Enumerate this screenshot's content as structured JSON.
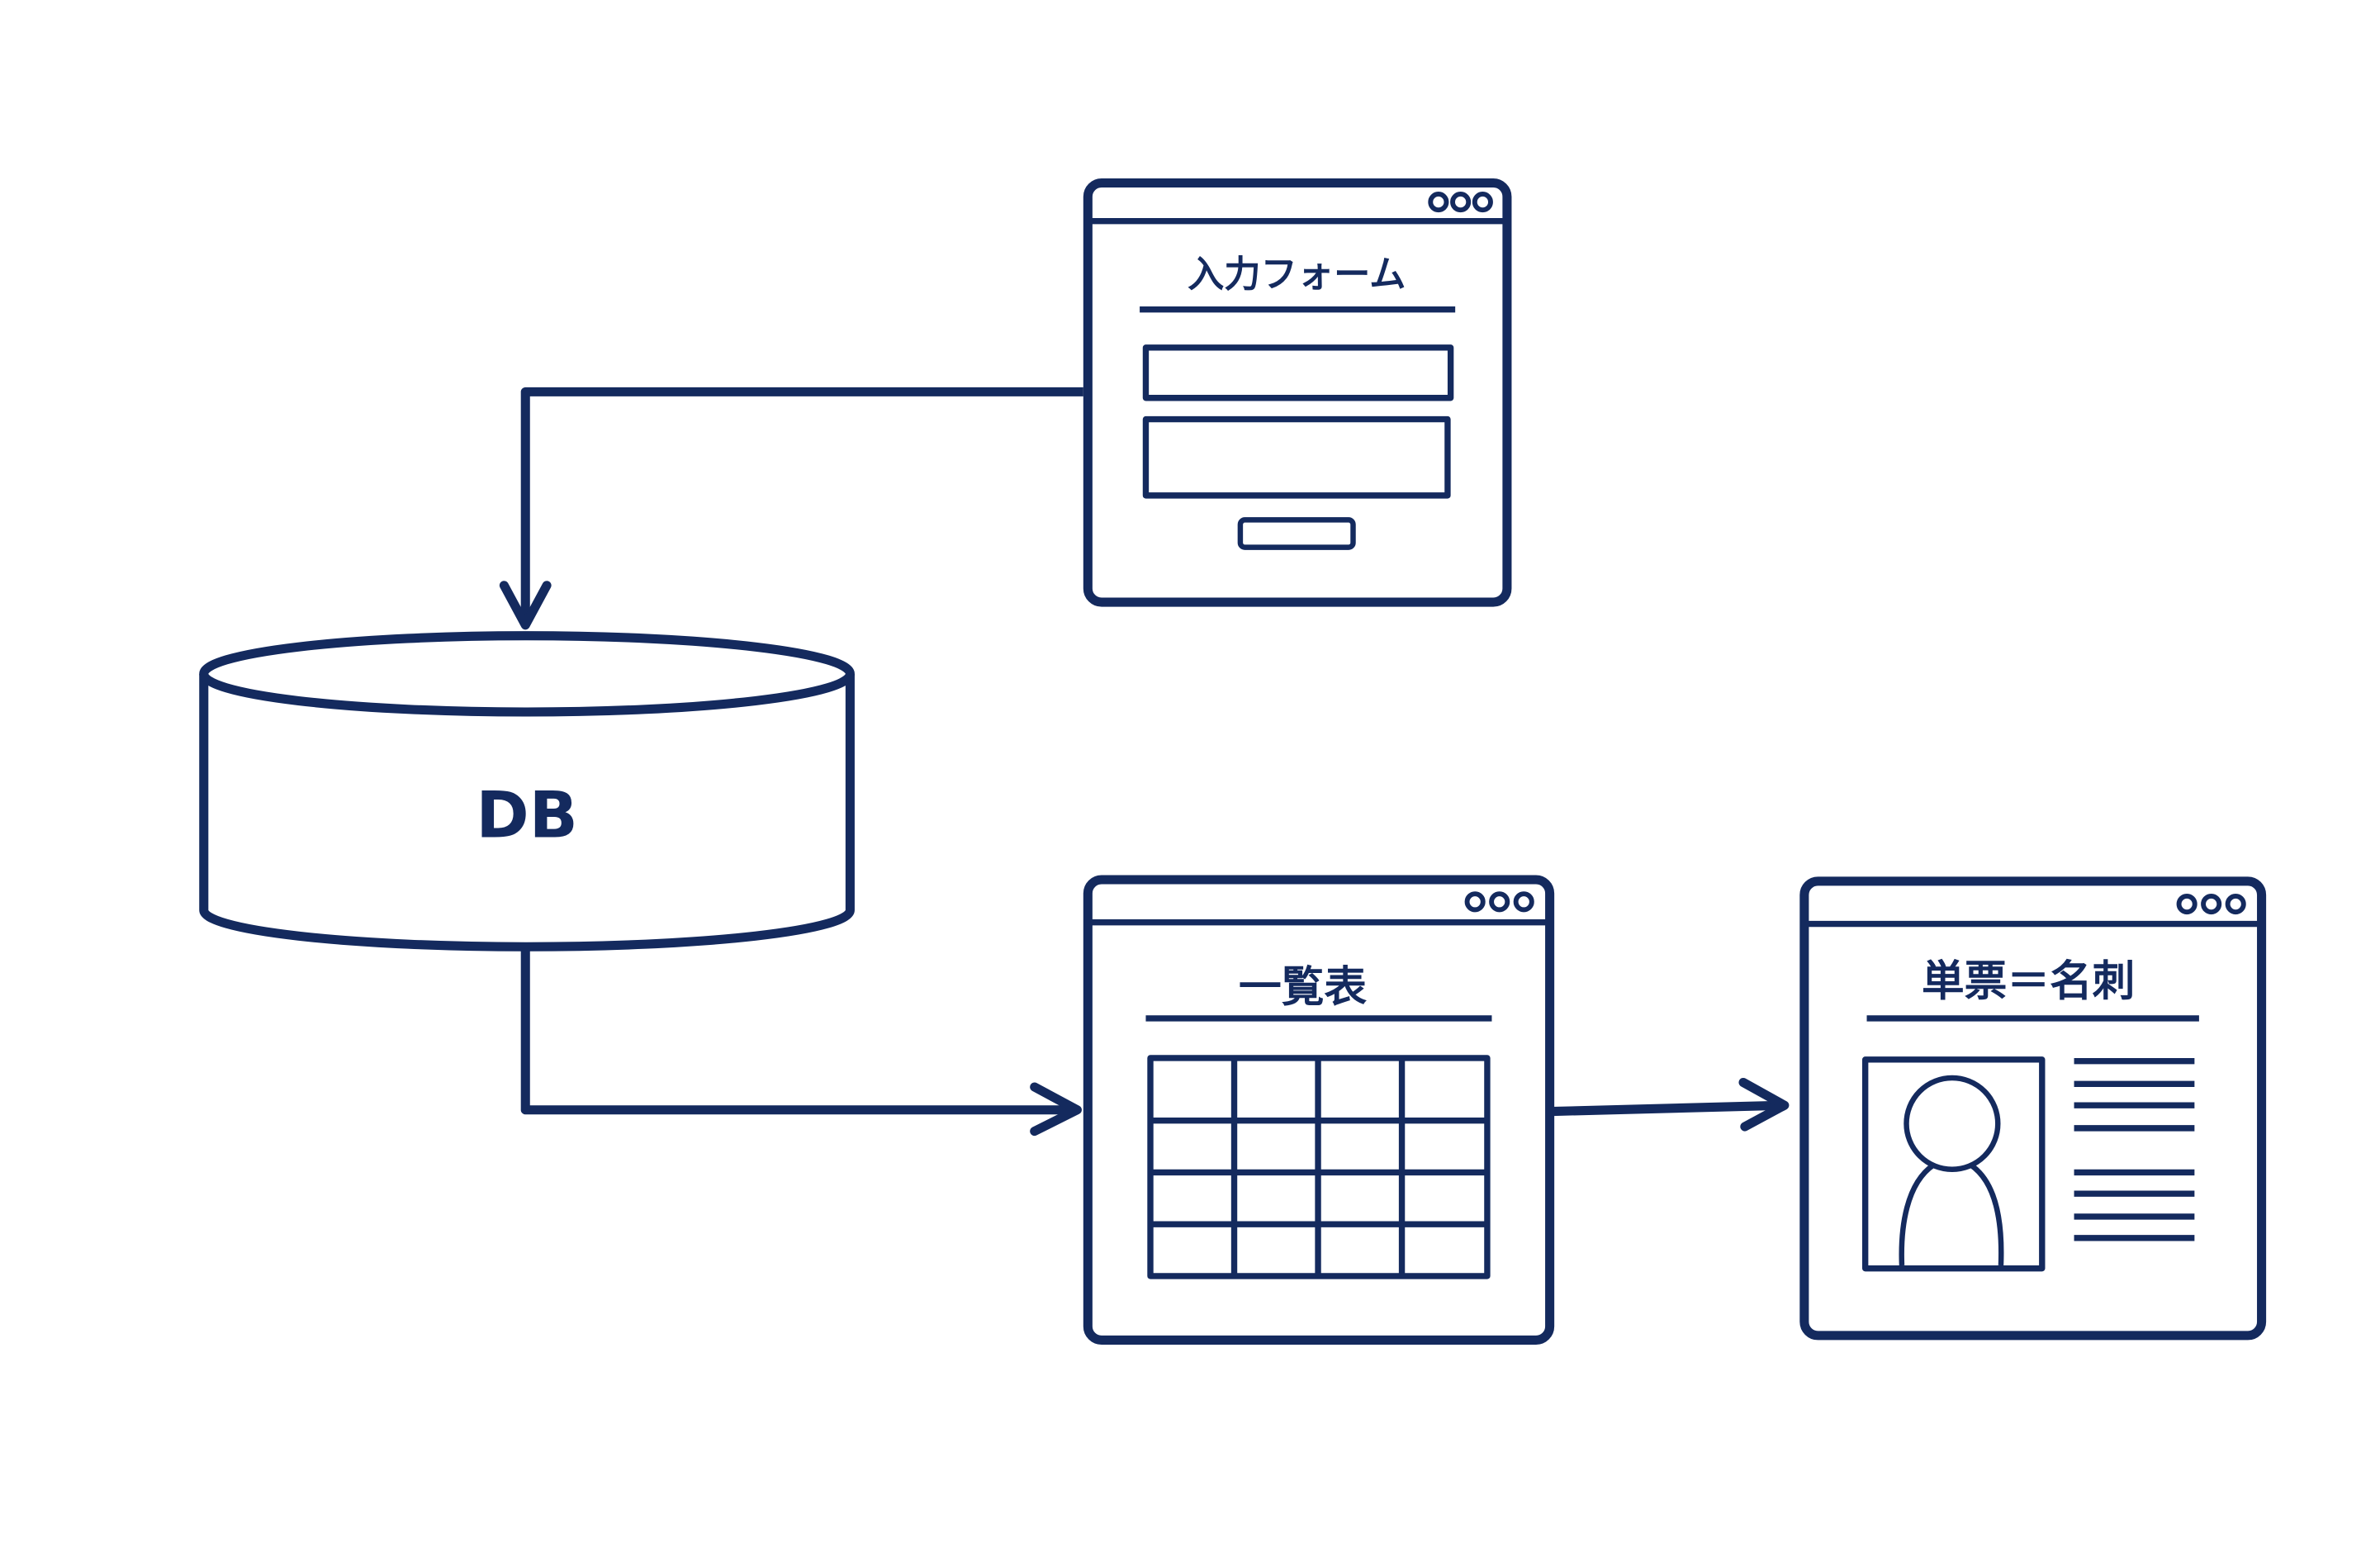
{
  "theme": {
    "stroke": "#142a5e",
    "background": "#ffffff"
  },
  "database": {
    "label": "DB"
  },
  "screens": {
    "input_form": {
      "title": "入力フォーム"
    },
    "list_view": {
      "title": "一覧表"
    },
    "detail_view": {
      "title": "単票＝名刺"
    }
  },
  "icons": {
    "window_controls": "three-dots-icon",
    "person": "person-silhouette-icon"
  }
}
